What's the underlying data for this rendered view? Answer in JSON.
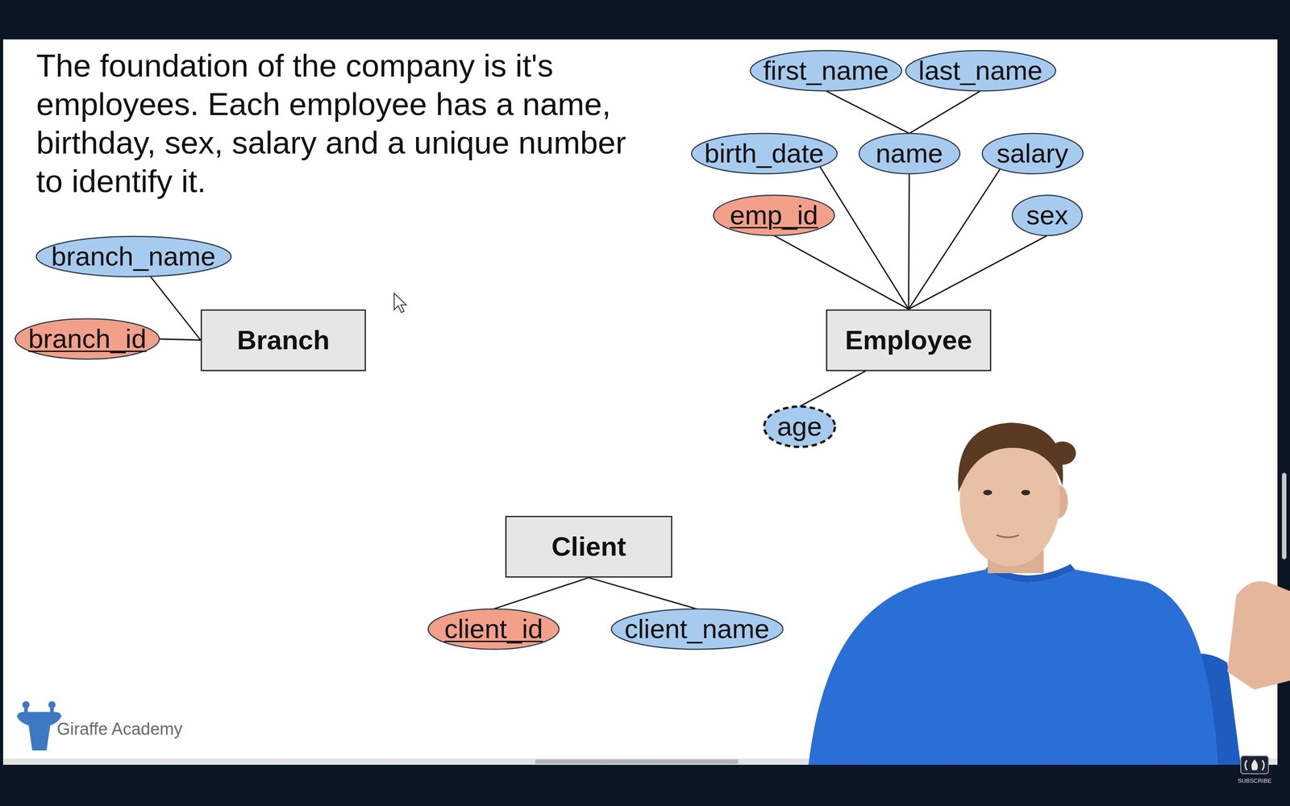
{
  "diagram": {
    "title": "The foundation of the company is it's employees. Each employee has a name, birthday, sex, salary and a unique number to identify it.",
    "nodes": [
      {
        "text": [
          "first_name"
        ]
      },
      {
        "text": [
          "last_name"
        ]
      },
      {
        "text": [
          "birth_date"
        ]
      },
      {
        "text": [
          "name"
        ]
      },
      {
        "text": [
          "salary"
        ]
      },
      {
        "text": [
          "emp_id"
        ]
      },
      {
        "text": [
          "sex"
        ]
      },
      {
        "text": [
          "branch_name"
        ]
      },
      {
        "text": [
          "branch_id"
        ]
      },
      {
        "text": [
          "Branch"
        ]
      },
      {
        "text": [
          "Employee"
        ]
      },
      {
        "text": [
          "age"
        ]
      },
      {
        "text": [
          "Client"
        ]
      },
      {
        "text": [
          "client_id"
        ]
      },
      {
        "text": [
          "client_name"
        ]
      }
    ],
    "edges": [
      {
        "from": 0,
        "to": 3,
        "arrow": "none"
      },
      {
        "from": 1,
        "to": 3,
        "arrow": "none"
      },
      {
        "from": 2,
        "to": 10,
        "arrow": "none"
      },
      {
        "from": 3,
        "to": 10,
        "arrow": "none"
      },
      {
        "from": 4,
        "to": 10,
        "arrow": "none"
      },
      {
        "from": 5,
        "to": 10,
        "arrow": "none"
      },
      {
        "from": 6,
        "to": 10,
        "arrow": "none"
      },
      {
        "from": 7,
        "to": 9,
        "arrow": "none"
      },
      {
        "from": 8,
        "to": 9,
        "arrow": "none"
      },
      {
        "from": 11,
        "to": 10,
        "arrow": "none"
      },
      {
        "from": 13,
        "to": 12,
        "arrow": "none"
      },
      {
        "from": 14,
        "to": 12,
        "arrow": "none"
      }
    ],
    "labels": [
      "Giraffe Academy",
      "SUBSCRIBE"
    ]
  }
}
